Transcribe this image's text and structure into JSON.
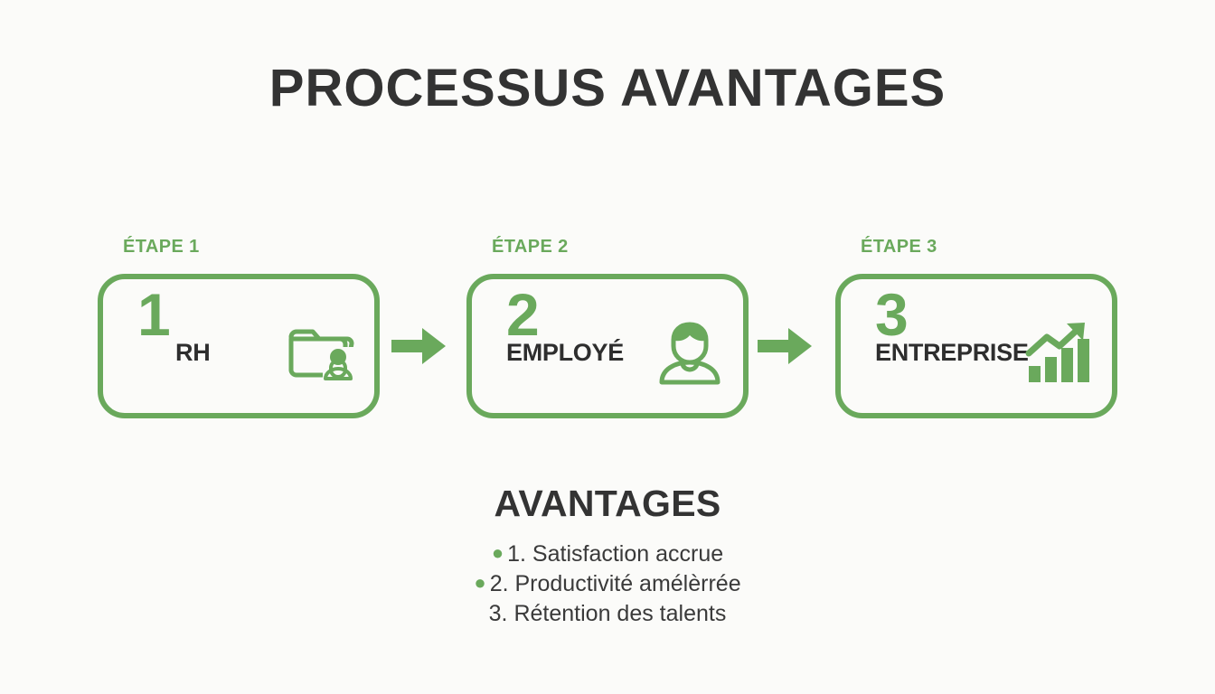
{
  "title": "PROCESSUS AVANTAGES",
  "theme": {
    "green": "#6aa95c",
    "dark": "#333333",
    "background": "#fbfbf9"
  },
  "steps": [
    {
      "eyebrow": "ÉTAPE 1",
      "number": "1",
      "label": "RH",
      "icon": "folder-person-icon"
    },
    {
      "eyebrow": "ÉTAPE 2",
      "number": "2",
      "label": "EMPLOYÉ",
      "icon": "person-icon"
    },
    {
      "eyebrow": "ÉTAPE 3",
      "number": "3",
      "label": "ENTREPRISE",
      "icon": "growth-chart-icon"
    }
  ],
  "connectors": [
    {
      "icon": "arrow-right-icon"
    },
    {
      "icon": "arrow-right-icon"
    }
  ],
  "benefits": {
    "title": "AVANTAGES",
    "items": [
      {
        "text": "1. Satisfaction accrue",
        "bullet": true
      },
      {
        "text": "2. Productivité amélèrrée",
        "bullet": true
      },
      {
        "text": "3. Rétention des talents",
        "bullet": false
      }
    ]
  }
}
